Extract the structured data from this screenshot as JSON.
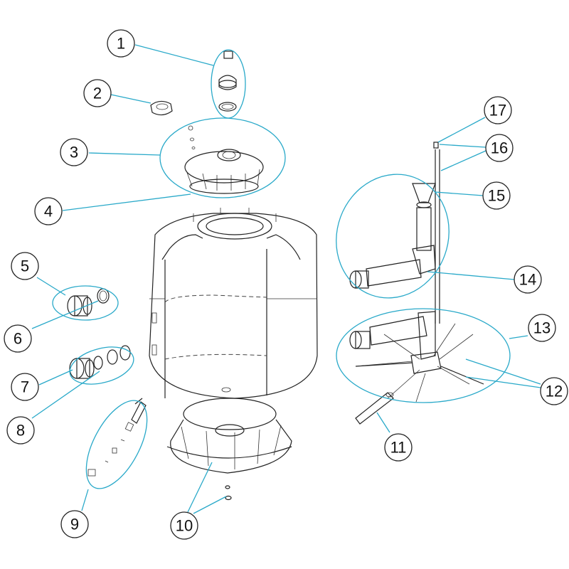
{
  "diagram": {
    "colors": {
      "leader": "#29a9c9",
      "outline": "#222222",
      "callout_fill": "#ffffff"
    },
    "callouts": [
      {
        "id": "1",
        "label": "1"
      },
      {
        "id": "2",
        "label": "2"
      },
      {
        "id": "3",
        "label": "3"
      },
      {
        "id": "4",
        "label": "4"
      },
      {
        "id": "5",
        "label": "5"
      },
      {
        "id": "6",
        "label": "6"
      },
      {
        "id": "7",
        "label": "7"
      },
      {
        "id": "8",
        "label": "8"
      },
      {
        "id": "9",
        "label": "9"
      },
      {
        "id": "10",
        "label": "10"
      },
      {
        "id": "11",
        "label": "11"
      },
      {
        "id": "12",
        "label": "12"
      },
      {
        "id": "13",
        "label": "13"
      },
      {
        "id": "14",
        "label": "14"
      },
      {
        "id": "15",
        "label": "15"
      },
      {
        "id": "16",
        "label": "16"
      },
      {
        "id": "17",
        "label": "17"
      }
    ]
  }
}
